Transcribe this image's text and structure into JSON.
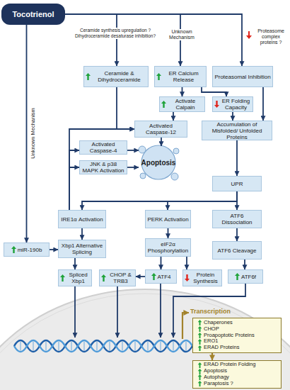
{
  "diagram": {
    "nodes": [
      {
        "text": [
          "Tocotrienol"
        ]
      },
      {
        "text": [
          "Ceramide & Dihydroceramide"
        ]
      },
      {
        "text": [
          "ER Calcium Release"
        ]
      },
      {
        "text": [
          "Proteasomal Inhibition"
        ]
      },
      {
        "text": [
          "Activate Calpain"
        ]
      },
      {
        "text": [
          "ER Folding Capacity"
        ]
      },
      {
        "text": [
          "Activated Caspase-12"
        ]
      },
      {
        "text": [
          "Accumulation of Misfolded/ Unfolded Proteins"
        ]
      },
      {
        "text": [
          "Activated Caspase-4"
        ]
      },
      {
        "text": [
          "JNK & p38 MAPK Activation"
        ]
      },
      {
        "text": [
          "Apoptosis"
        ]
      },
      {
        "text": [
          "UPR"
        ]
      },
      {
        "text": [
          "IRE1α Activation"
        ]
      },
      {
        "text": [
          "PERK Activation"
        ]
      },
      {
        "text": [
          "ATF6 Dissociation"
        ]
      },
      {
        "text": [
          "miR-190b"
        ]
      },
      {
        "text": [
          "Xbp1 Alternative Splicing"
        ]
      },
      {
        "text": [
          "eIF2α Phosphorylation"
        ]
      },
      {
        "text": [
          "ATF6 Cleavage"
        ]
      },
      {
        "text": [
          "Spliced Xbp1"
        ]
      },
      {
        "text": [
          "CHOP & TRB3"
        ]
      },
      {
        "text": [
          "ATF4"
        ]
      },
      {
        "text": [
          "Protein Synthesis"
        ]
      },
      {
        "text": [
          "ATF6f"
        ]
      },
      {
        "text": [
          "Chaperones",
          "CHOP",
          "Proapoptotic Proteins",
          "ERO1",
          "ERAD Proteins"
        ]
      },
      {
        "text": [
          "ERAD Protein Folding",
          "Apoptosis",
          "Autophagy",
          "Paraptosis ?"
        ]
      }
    ],
    "edges": [
      {
        "from": 0,
        "to": 1,
        "arrow": "to",
        "label": "Ceramide synthesis upregulation ? Dihydroceramide desaturase inhibition?"
      },
      {
        "from": 0,
        "to": 2,
        "arrow": "to",
        "label": "Unknown Mechanism"
      },
      {
        "from": 0,
        "to": 3,
        "arrow": "to",
        "label": "Proteasome complex proteins ?"
      },
      {
        "from": 0,
        "to": 15,
        "arrow": "to",
        "label": "Unknown Mechanism"
      },
      {
        "from": 2,
        "to": 4,
        "arrow": "to"
      },
      {
        "from": 2,
        "to": 5,
        "arrow": "to"
      },
      {
        "from": 3,
        "to": 7,
        "arrow": "to"
      },
      {
        "from": 5,
        "to": 7,
        "arrow": "to"
      },
      {
        "from": 1,
        "to": 6,
        "arrow": "to"
      },
      {
        "from": 4,
        "to": 6,
        "arrow": "to"
      },
      {
        "from": 12,
        "to": 6,
        "arrow": "to"
      },
      {
        "from": 12,
        "to": 8,
        "arrow": "to"
      },
      {
        "from": 12,
        "to": 9,
        "arrow": "to"
      },
      {
        "from": 6,
        "to": 10,
        "arrow": "to"
      },
      {
        "from": 8,
        "to": 10,
        "arrow": "to"
      },
      {
        "from": 9,
        "to": 10,
        "arrow": "to"
      },
      {
        "from": 7,
        "to": 11,
        "arrow": "to"
      },
      {
        "from": 11,
        "to": 12,
        "arrow": "to"
      },
      {
        "from": 11,
        "to": 13,
        "arrow": "to"
      },
      {
        "from": 11,
        "to": 14,
        "arrow": "to"
      },
      {
        "from": 12,
        "to": 16,
        "arrow": "to"
      },
      {
        "from": 15,
        "to": 16,
        "arrow": "to"
      },
      {
        "from": 13,
        "to": 17,
        "arrow": "to"
      },
      {
        "from": 14,
        "to": 18,
        "arrow": "to"
      },
      {
        "from": 16,
        "to": 19,
        "arrow": "to"
      },
      {
        "from": 17,
        "to": 21,
        "arrow": "to"
      },
      {
        "from": 17,
        "to": 22,
        "arrow": "to"
      },
      {
        "from": 21,
        "to": 20,
        "arrow": "to"
      },
      {
        "from": 18,
        "to": 23,
        "arrow": "to"
      },
      {
        "from": 24,
        "to": 25,
        "arrow": "to"
      }
    ],
    "labels": [
      "Transcription"
    ]
  }
}
